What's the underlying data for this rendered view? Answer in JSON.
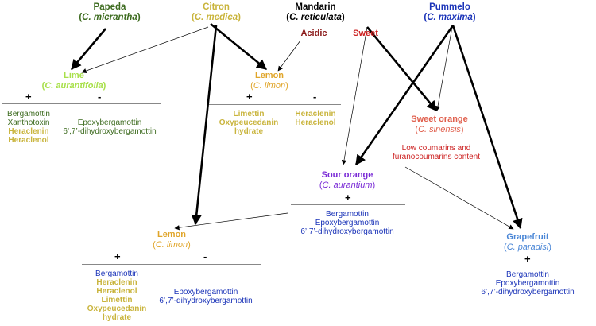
{
  "colors": {
    "papeda": "#3d6b1f",
    "citron": "#c9b43c",
    "mandarin": "#000000",
    "pummelo": "#1a33b8",
    "lime": "#a8e04a",
    "lemon": "#e0a52a",
    "acidic": "#8b1a1a",
    "sweet": "#cc1f1f",
    "sweet_orange": "#e0604e",
    "sour_orange": "#7a2bd6",
    "grapefruit": "#4a86d6"
  },
  "ancestors": {
    "papeda": {
      "name": "Papeda",
      "latin": "C. micrantha"
    },
    "citron": {
      "name": "Citron",
      "latin": "C. medica"
    },
    "mandarin": {
      "name": "Mandarin",
      "latin": "C. reticulata"
    },
    "pummelo": {
      "name": "Pummelo",
      "latin": "C. maxima"
    }
  },
  "mandarin_types": {
    "acidic": "Acidic",
    "sweet": "Sweet"
  },
  "hybrids": {
    "lime": {
      "name": "Lime",
      "latin": "C. aurantifolia"
    },
    "lemon_top": {
      "name": "Lemon",
      "latin": "C. limon"
    },
    "sweet_orange": {
      "name": "Sweet orange",
      "latin": "C. sinensis",
      "note": [
        "Low coumarins and",
        "furanocoumarins content"
      ]
    },
    "sour_orange": {
      "name": "Sour orange",
      "latin": "C. aurantium"
    },
    "lemon_bottom": {
      "name": "Lemon",
      "latin": "C. limon"
    },
    "grapefruit": {
      "name": "Grapefruit",
      "latin": "C. paradisi"
    }
  },
  "signs": {
    "plus": "+",
    "minus": "-"
  },
  "compounds": {
    "lime_plus_green": [
      "Bergamottin",
      "Xanthotoxin"
    ],
    "lime_plus_yellow": [
      "Heraclenin",
      "Heraclenol"
    ],
    "lime_minus": [
      "Epoxybergamottin",
      "6’,7’-dihydroxybergamottin"
    ],
    "lemon_top_plus": [
      "Limettin",
      "Oxypeucedanin",
      "hydrate"
    ],
    "lemon_top_minus": [
      "Heraclenin",
      "Heraclenol"
    ],
    "sour_orange_plus": [
      "Bergamottin",
      "Epoxybergamottin",
      "6’,7’-dihydroxybergamottin"
    ],
    "lemon_bottom_plus_blue": [
      "Bergamottin"
    ],
    "lemon_bottom_plus_yellow": [
      "Heraclenin",
      "Heraclenol",
      "Limettin",
      "Oxypeucedanin",
      "hydrate"
    ],
    "lemon_bottom_minus": [
      "Epoxybergamottin",
      "6’,7’-dihydroxybergamottin"
    ],
    "grapefruit_plus": [
      "Bergamottin",
      "Epoxybergamottin",
      "6’,7’-dihydroxybergamottin"
    ]
  }
}
